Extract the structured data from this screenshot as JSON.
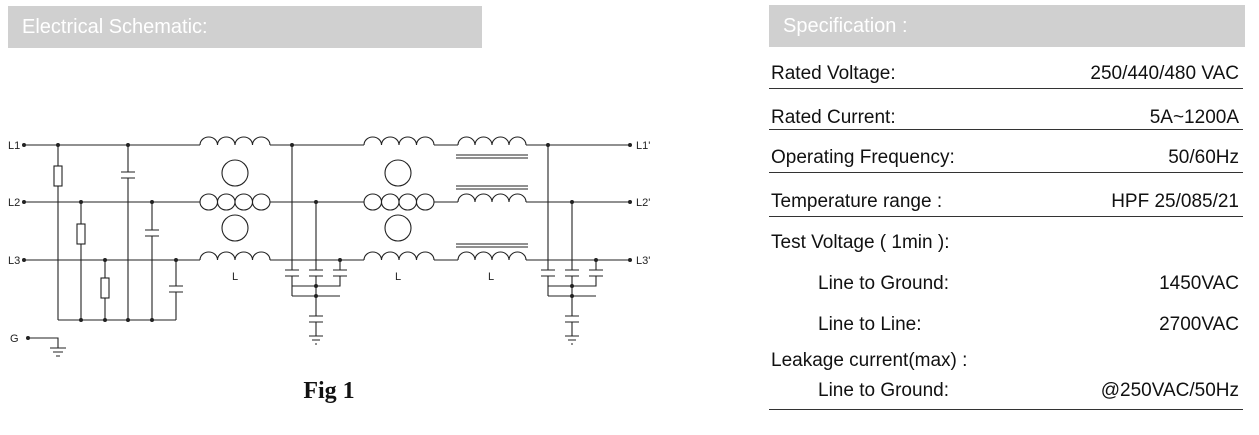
{
  "left_header": "Electrical Schematic:",
  "right_header": "Specification :",
  "fig_caption": "Fig 1",
  "schematic": {
    "terminals_in": [
      "L1",
      "L2",
      "L3",
      "G"
    ],
    "terminals_out": [
      "L1'",
      "L2'",
      "L3'"
    ],
    "inductor_label": "L"
  },
  "spec": [
    {
      "label": "Rated Voltage:",
      "value": "250/440/480 VAC",
      "indent": false
    },
    {
      "label": "Rated Current:",
      "value": "5A~1200A",
      "indent": false
    },
    {
      "label": "Operating Frequency:",
      "value": "50/60Hz",
      "indent": false
    },
    {
      "label": "Temperature range :",
      "value": "HPF 25/085/21",
      "indent": false
    },
    {
      "label": "Test Voltage ( 1min ):",
      "value": "",
      "indent": false
    },
    {
      "label": "Line to Ground:",
      "value": "1450VAC",
      "indent": true
    },
    {
      "label": "Line to Line:",
      "value": "2700VAC",
      "indent": true
    },
    {
      "label": "Leakage current(max) :",
      "value": "",
      "indent": false
    },
    {
      "label": "Line to Ground:",
      "value": "@250VAC/50Hz",
      "indent": true
    }
  ]
}
